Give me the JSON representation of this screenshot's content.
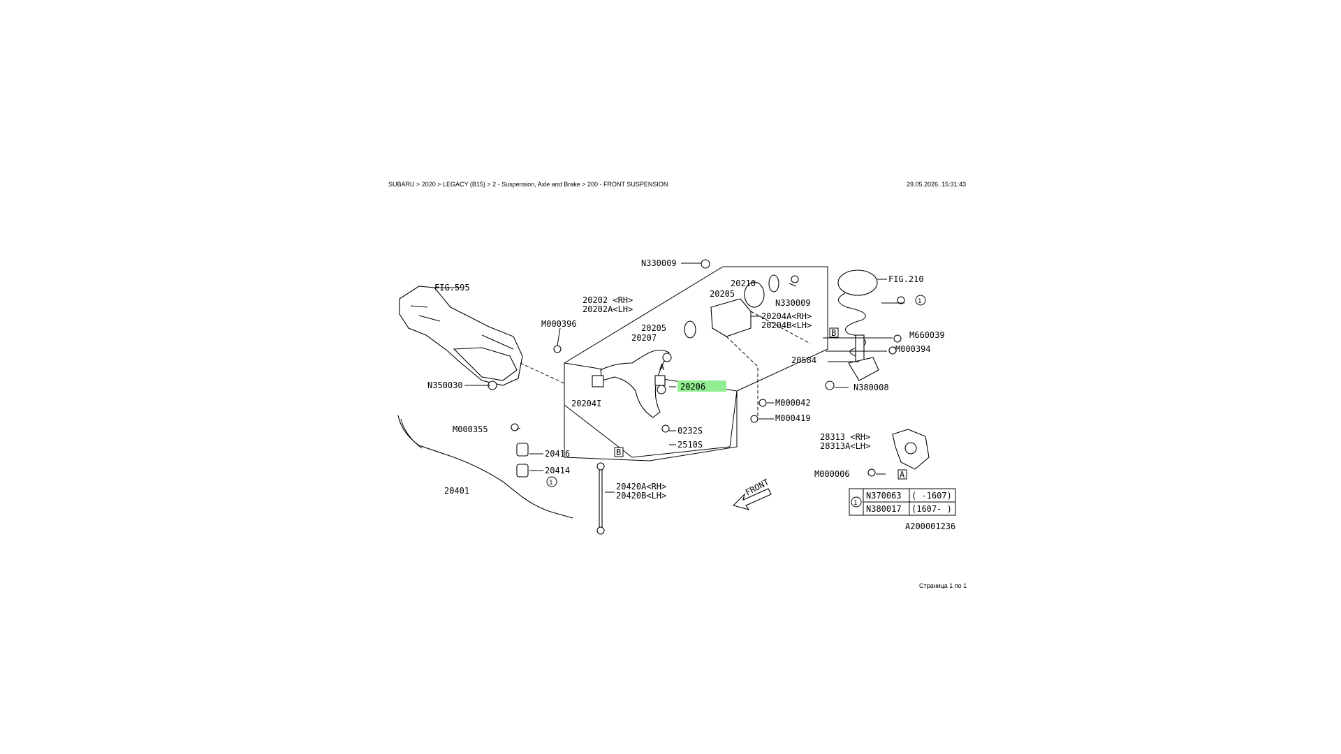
{
  "header": {
    "breadcrumb": "SUBARU > 2020 > LEGACY (B15) > 2 - Suspension, Axle and Brake > 200 - FRONT SUSPENSION",
    "timestamp": "29.05.2026, 15:31:43"
  },
  "footer": {
    "page_info": "Страница 1 по 1"
  },
  "highlight_color": "#90ee90",
  "diagram": {
    "selected_part": "20206",
    "callouts": {
      "n330009_top": "N330009",
      "fig595": "FIG.595",
      "p20202": "20202 <RH>",
      "p20202a": "20202A<LH>",
      "p20210": "20210",
      "p20205_top": "20205",
      "n330009_right": "N330009",
      "p20204a": "20204A<RH>",
      "p20204b": "20204B<LH>",
      "fig210": "FIG.210",
      "m000396": "M000396",
      "p20205_mid": "20205",
      "p20207": "20207",
      "m660039": "M660039",
      "m000394": "M000394",
      "p20584": "20584",
      "n350030": "N350030",
      "p20206": "20206",
      "n380008": "N380008",
      "p20204i": "20204I",
      "m000042": "M000042",
      "m000419": "M000419",
      "m000355": "M000355",
      "p20232s": "0232S",
      "p2510s": "2510S",
      "p20416": "20416",
      "p28313": "28313 <RH>",
      "p28313a": "28313A<LH>",
      "p20414": "20414",
      "p20420a": "20420A<RH>",
      "p20420b": "20420B<LH>",
      "m000006": "M000006",
      "p20401": "20401",
      "front": "FRONT",
      "drawing_no": "A200001236"
    },
    "markers": {
      "a": "A",
      "b": "B",
      "circle_1": "1"
    },
    "supersession_table": {
      "ref": "1",
      "rows": [
        {
          "part": "N370063",
          "range": "( -1607)"
        },
        {
          "part": "N380017",
          "range": "(1607- )"
        }
      ]
    }
  }
}
